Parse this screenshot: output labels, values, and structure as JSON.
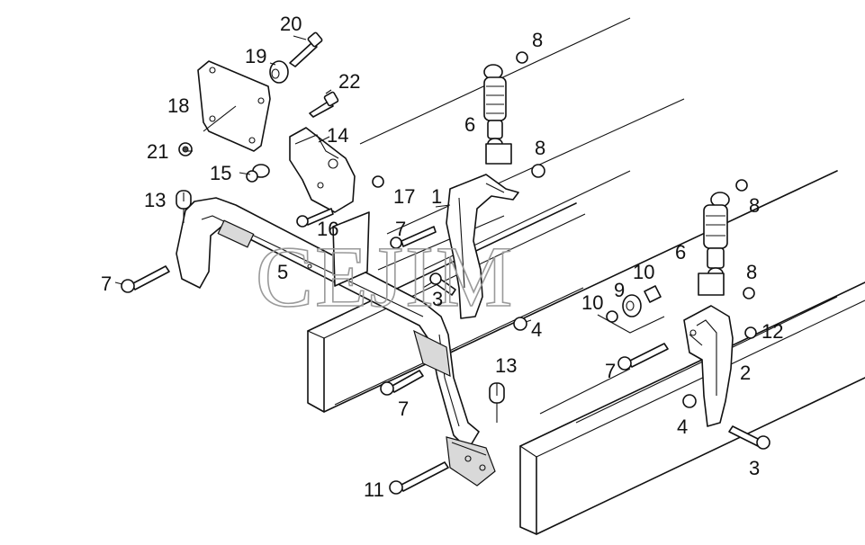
{
  "watermark": "CEJIM",
  "callouts": [
    {
      "id": "c20",
      "label": "20"
    },
    {
      "id": "c19",
      "label": "19"
    },
    {
      "id": "c22",
      "label": "22"
    },
    {
      "id": "c18",
      "label": "18"
    },
    {
      "id": "c21",
      "label": "21"
    },
    {
      "id": "c14",
      "label": "14"
    },
    {
      "id": "c15",
      "label": "15"
    },
    {
      "id": "c8a",
      "label": "8"
    },
    {
      "id": "c6a",
      "label": "6"
    },
    {
      "id": "c8b",
      "label": "8"
    },
    {
      "id": "c17",
      "label": "17"
    },
    {
      "id": "c1",
      "label": "1"
    },
    {
      "id": "c13a",
      "label": "13"
    },
    {
      "id": "c16",
      "label": "16"
    },
    {
      "id": "c7a",
      "label": "7"
    },
    {
      "id": "c7b",
      "label": "7"
    },
    {
      "id": "c5",
      "label": "5"
    },
    {
      "id": "c3a",
      "label": "3"
    },
    {
      "id": "c4a",
      "label": "4"
    },
    {
      "id": "c8c",
      "label": "8"
    },
    {
      "id": "c6b",
      "label": "6"
    },
    {
      "id": "c10a",
      "label": "10"
    },
    {
      "id": "c9",
      "label": "9"
    },
    {
      "id": "c10b",
      "label": "10"
    },
    {
      "id": "c8d",
      "label": "8"
    },
    {
      "id": "c12",
      "label": "12"
    },
    {
      "id": "c7c",
      "label": "7"
    },
    {
      "id": "c2",
      "label": "2"
    },
    {
      "id": "c13b",
      "label": "13"
    },
    {
      "id": "c7d",
      "label": "7"
    },
    {
      "id": "c4b",
      "label": "4"
    },
    {
      "id": "c3b",
      "label": "3"
    },
    {
      "id": "c11",
      "label": "11"
    }
  ]
}
